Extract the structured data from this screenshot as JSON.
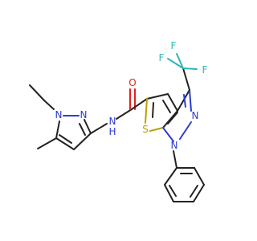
{
  "molecule": {
    "colors": {
      "carbon": "#222222",
      "nitrogen": "#2b3cd6",
      "oxygen": "#e21f1f",
      "sulfur": "#b8a300",
      "fluorine": "#33b4b4"
    },
    "labels": {
      "n_ethyl": "N",
      "n_pyrazole_2": "N",
      "nh": "N",
      "h": "H",
      "o": "O",
      "s": "S",
      "n_phenyl": "N",
      "n_pyrazole_ring": "N",
      "f1": "F",
      "f2": "F",
      "f3": "F"
    }
  }
}
